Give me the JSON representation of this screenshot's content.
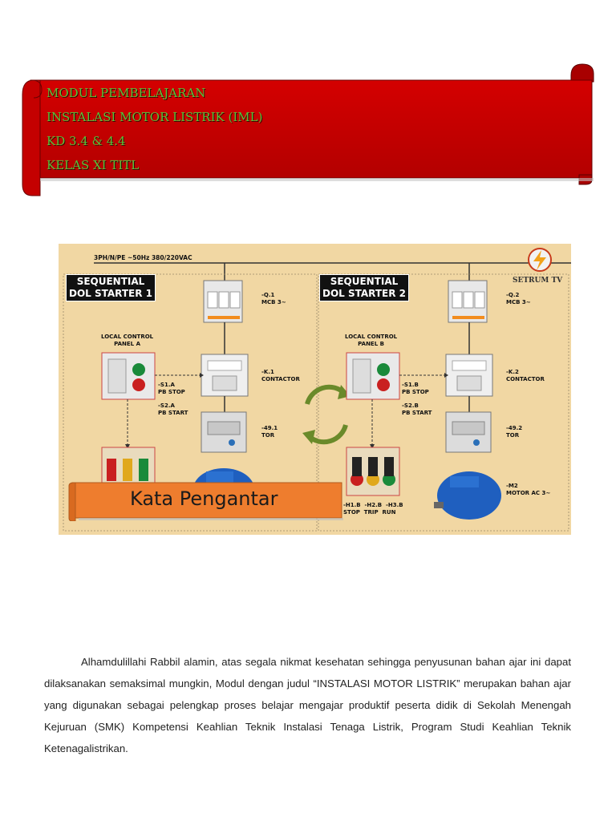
{
  "banner": {
    "lines": [
      "MODUL PEMBELAJARAN",
      "INSTALASI MOTOR LISTRIK (IML)",
      "KD 3.4 & 4.4",
      "KELAS XI TITL"
    ],
    "color": "#c80000",
    "text_color": "#57c23a"
  },
  "diagram": {
    "supply_label": "3PH/N/PE ~50Hz 380/220VAC",
    "logo": "SETRUM TV",
    "starter1": {
      "title_line1": "SEQUENTIAL",
      "title_line2": "DOL STARTER 1",
      "panel": "LOCAL CONTROL\nPANEL A",
      "mcb": "-Q.1\nMCB 3~",
      "contactor": "-K.1\nCONTACTOR",
      "tor": "-49.1\nTOR",
      "stop": "-S1.A\nPB STOP",
      "start": "-S2.A\nPB START"
    },
    "starter2": {
      "title_line1": "SEQUENTIAL",
      "title_line2": "DOL STARTER 2",
      "panel": "LOCAL CONTROL\nPANEL B",
      "mcb": "-Q.2\nMCB 3~",
      "contactor": "-K.2\nCONTACTOR",
      "tor": "-49.2\nTOR",
      "stop": "-S1.B\nPB STOP",
      "start": "-S2.B\nPB START",
      "lamps": "-H1.B  -H2.B  -H3.B\nSTOP  TRIP  RUN",
      "motor": "-M2\nMOTOR AC 3~"
    }
  },
  "section_title": "Kata Pengantar",
  "intro_paragraph": "Alhamdulillahi Rabbil alamin, atas segala nikmat kesehatan sehingga penyusunan bahan ajar ini dapat dilaksanakan semaksimal mungkin, Modul dengan judul “INSTALASI MOTOR LISTRIK” merupakan bahan ajar yang digunakan sebagai pelengkap proses belajar mengajar produktif peserta didik di Sekolah Menengah Kejuruan (SMK) Kompetensi Keahlian Teknik Instalasi Tenaga Listrik, Program Studi Keahlian Teknik Ketenagalistrikan."
}
